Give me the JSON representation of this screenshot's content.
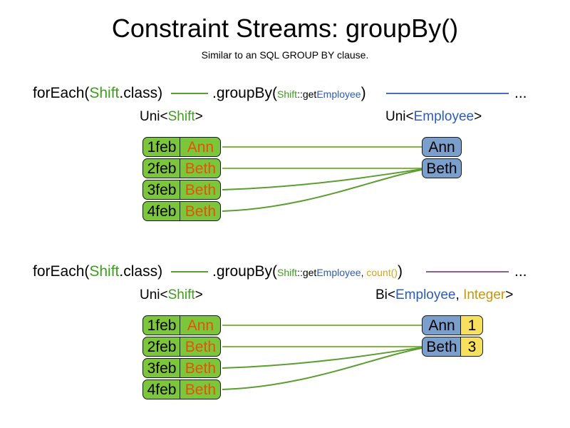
{
  "header": {
    "title": "Constraint Streams: groupBy()",
    "subtitle": "Similar to an SQL GROUP BY clause."
  },
  "colors": {
    "shift_green": "#7cc63c",
    "employee_blue": "#7b9fcc",
    "integer_yellow": "#f7e05e",
    "token_shift": "#3e9c1e",
    "token_employee": "#2b5cb8",
    "token_count": "#d8a317",
    "token_integer": "#c9960c",
    "link_green": "#5a9e2f",
    "link_blue": "#4a6fb5",
    "link_purple": "#8b5e8f",
    "name_text_orange": "#e8500a"
  },
  "rows": [
    {
      "id": "row-uni",
      "code": {
        "foreach_prefix": "forEach(",
        "foreach_type": "Shift",
        "foreach_suffix": ".class)",
        "groupby_prefix": ".groupBy(",
        "groupby_arg_type": "Shift",
        "groupby_arg_sep": "::get",
        "groupby_arg_prop": "Employee",
        "groupby_suffix": ")",
        "ellipsis": "..."
      },
      "left_label": {
        "generic": "Uni<",
        "type": "Shift",
        "close": ">"
      },
      "right_label": {
        "generic": "Uni<",
        "type": "Employee",
        "close": ">"
      },
      "left_items": [
        {
          "date": "1feb",
          "name": "Ann"
        },
        {
          "date": "2feb",
          "name": "Beth"
        },
        {
          "date": "3feb",
          "name": "Beth"
        },
        {
          "date": "4feb",
          "name": "Beth"
        }
      ],
      "right_items": [
        {
          "employee": "Ann"
        },
        {
          "employee": "Beth"
        }
      ]
    },
    {
      "id": "row-bi",
      "code": {
        "foreach_prefix": "forEach(",
        "foreach_type": "Shift",
        "foreach_suffix": ".class)",
        "groupby_prefix": ".groupBy(",
        "groupby_arg_type": "Shift",
        "groupby_arg_sep": "::get",
        "groupby_arg_prop": "Employee",
        "groupby_arg_comma": ", ",
        "groupby_arg_collector": "count()",
        "groupby_suffix": ")",
        "ellipsis": "..."
      },
      "left_label": {
        "generic": "Uni<",
        "type": "Shift",
        "close": ">"
      },
      "right_label": {
        "generic": "Bi<",
        "type": "Employee",
        "comma": ", ",
        "type2": "Integer",
        "close": ">"
      },
      "left_items": [
        {
          "date": "1feb",
          "name": "Ann"
        },
        {
          "date": "2feb",
          "name": "Beth"
        },
        {
          "date": "3feb",
          "name": "Beth"
        },
        {
          "date": "4feb",
          "name": "Beth"
        }
      ],
      "right_items": [
        {
          "employee": "Ann",
          "count": "1"
        },
        {
          "employee": "Beth",
          "count": "3"
        }
      ]
    }
  ]
}
